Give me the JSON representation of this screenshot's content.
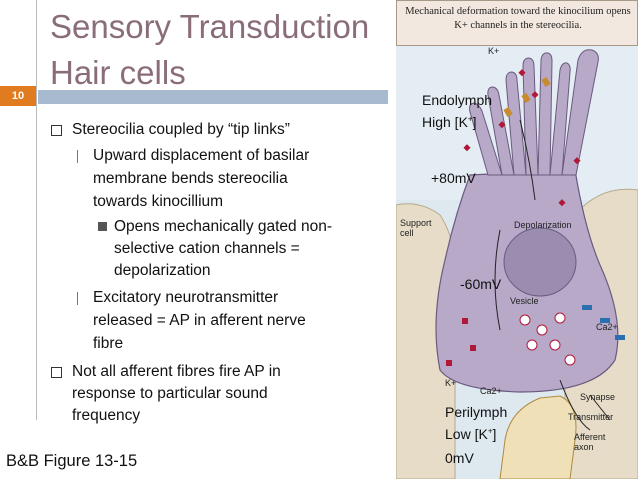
{
  "slide": {
    "title_line1": "Sensory Transduction",
    "title_line2": "Hair cells",
    "number": "10",
    "caption": "B&B Figure 13-15"
  },
  "bullets": [
    {
      "level": 1,
      "lines": [
        "Stereocilia coupled by “tip links”"
      ]
    },
    {
      "level": 2,
      "lines": [
        "Upward displacement of basilar",
        "membrane bends stereocilia",
        "towards kinocillium"
      ]
    },
    {
      "level": 3,
      "lines": [
        "Opens mechanically gated non-",
        "selective cation channels =",
        "depolarization"
      ]
    },
    {
      "level": 2,
      "lines": [
        "Excitatory neurotransmitter",
        "released = AP in afferent nerve",
        "fibre"
      ]
    },
    {
      "level": 1,
      "lines": [
        "Not all afferent fibres fire AP in",
        "response to particular sound",
        "frequency"
      ]
    }
  ],
  "figure": {
    "header": "Mechanical deformation toward the kinocilium opens K+ channels in the stereocilia.",
    "endolymph": "Endolymph",
    "high_k": "High [K",
    "high_k_sup": "+",
    "high_k_end": "]",
    "plus80": "+80mV",
    "minus60": "-60mV",
    "perilymph": "Perilymph",
    "low_k": "Low [K",
    "low_k_sup": "+",
    "low_k_end": "]",
    "zero": "0mV",
    "support_cell": "Support cell",
    "depolarization": "Depolarization",
    "vesicle": "Vesicle",
    "k_top": "K+",
    "k_bottom": "K+",
    "ca_right": "Ca2+",
    "ca_bottom": "Ca2+",
    "synapse": "Synapse",
    "transmitter": "Transmitter",
    "afferent_axon": "Afferent axon"
  },
  "colors": {
    "title": "#8a6d7a",
    "accent_box": "#e07b20",
    "title_bar": "#a8bad0",
    "cell_fill": "#b8a9c9",
    "endolymph_fill": "#dfe9f0",
    "support_fill": "#e6dcc7"
  }
}
